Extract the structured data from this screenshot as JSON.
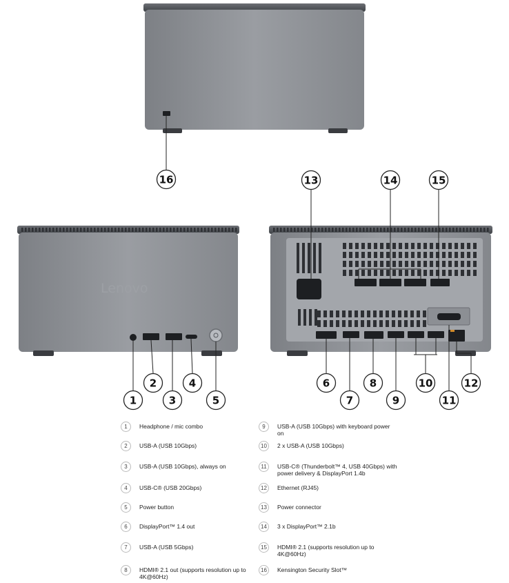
{
  "brand": {
    "logo": "Lenovo"
  },
  "callouts": [
    "1",
    "2",
    "3",
    "4",
    "5",
    "6",
    "7",
    "8",
    "9",
    "10",
    "11",
    "12",
    "13",
    "14",
    "15",
    "16"
  ],
  "legend": [
    {
      "num": "1",
      "text": "Headphone / mic combo"
    },
    {
      "num": "2",
      "text": "USB-A (USB 10Gbps)"
    },
    {
      "num": "3",
      "text": "USB-A (USB 10Gbps), always on"
    },
    {
      "num": "4",
      "text": "USB-C® (USB 20Gbps)"
    },
    {
      "num": "5",
      "text": "Power button"
    },
    {
      "num": "6",
      "text": "DisplayPort™ 1.4 out"
    },
    {
      "num": "7",
      "text": "USB-A (USB 5Gbps)"
    },
    {
      "num": "8",
      "text": "HDMI® 2.1 out (supports resolution up to 4K@60Hz)"
    },
    {
      "num": "9",
      "text": "USB-A (USB 10Gbps) with keyboard power on"
    },
    {
      "num": "10",
      "text": "2 x USB-A (USB 10Gbps)"
    },
    {
      "num": "11",
      "text": "USB-C® (Thunderbolt™ 4, USB 40Gbps) with power delivery & DisplayPort 1.4b"
    },
    {
      "num": "12",
      "text": "Ethernet (RJ45)"
    },
    {
      "num": "13",
      "text": "Power connector"
    },
    {
      "num": "14",
      "text": "3 x DisplayPort™ 2.1b"
    },
    {
      "num": "15",
      "text": "HDMI® 2.1 (supports resolution up to 4K@60Hz)"
    },
    {
      "num": "16",
      "text": "Kensington Security Slot™"
    }
  ],
  "colors": {
    "body": "#8a8d92",
    "body_dark": "#6f7277",
    "top_cap": "#4a4d52",
    "vent": "#2e3034",
    "rear_panel": "#9a9da2",
    "port": "#1d1f22",
    "callout_stroke": "#222222"
  }
}
